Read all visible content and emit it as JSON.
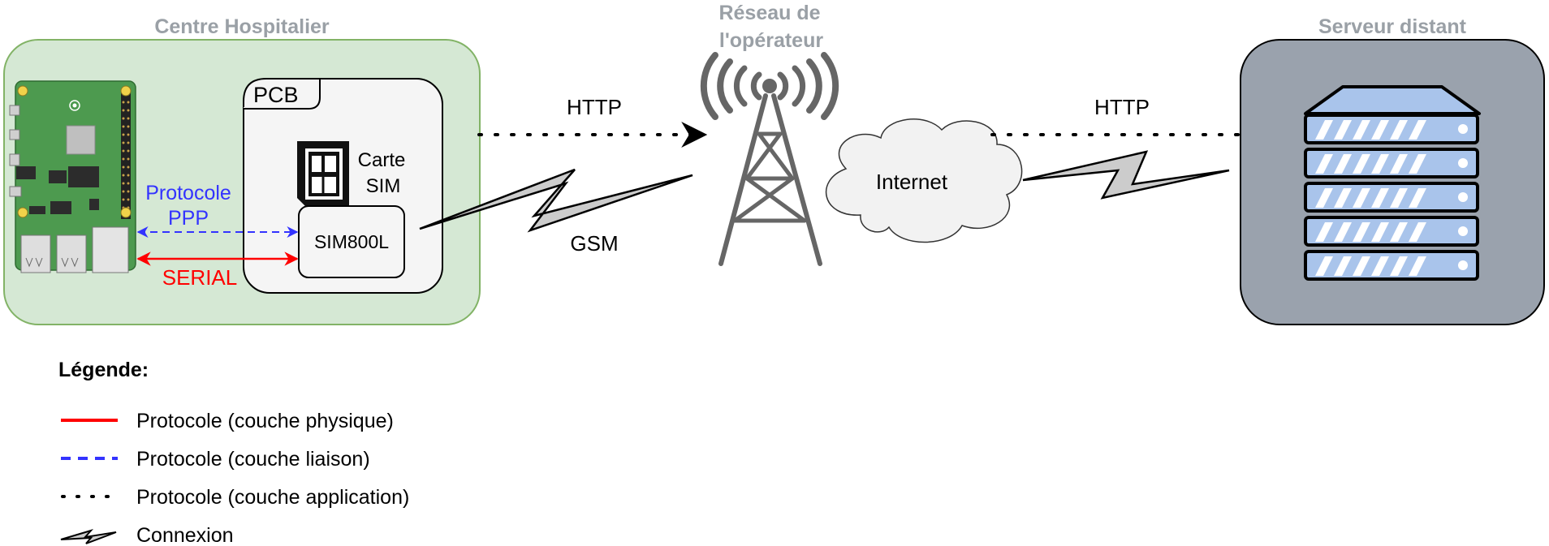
{
  "zones": {
    "hospital_title": "Centre Hospitalier",
    "operator_title_line1": "Réseau de",
    "operator_title_line2": "l'opérateur",
    "server_title": "Serveur distant"
  },
  "pcb": {
    "label": "PCB",
    "sim_card_line1": "Carte",
    "sim_card_line2": "SIM",
    "module_label": "SIM800L"
  },
  "links": {
    "ppp_line1": "Protocole",
    "ppp_line2": "PPP",
    "serial": "SERIAL",
    "http_left": "HTTP",
    "http_right": "HTTP",
    "gsm": "GSM",
    "internet": "Internet"
  },
  "legend": {
    "title": "Légende:",
    "items": [
      {
        "label": "Protocole (couche physique)",
        "style": "solid",
        "color": "#ff0000"
      },
      {
        "label": "Protocole (couche liaison)",
        "style": "dashed",
        "color": "#3333ff"
      },
      {
        "label": "Protocole (couche application)",
        "style": "dotted",
        "color": "#000000"
      },
      {
        "label": "Connexion",
        "style": "lightning",
        "color": "#000000"
      }
    ]
  },
  "colors": {
    "hospital_fill": "#d5e8d4",
    "hospital_stroke": "#82b366",
    "server_fill": "#9aa2ad",
    "zone_title": "#9aa0a6",
    "pcb_fill": "#f5f5f5",
    "server_blue": "#a9c4eb",
    "serial_red": "#ff0000",
    "ppp_blue": "#3333ff",
    "tower_grey": "#666666",
    "board_green": "#4d9a4f"
  },
  "icons": [
    "raspberry-pi-board-icon",
    "sim-card-icon",
    "cell-tower-icon",
    "cloud-icon",
    "server-rack-icon",
    "lightning-link-icon"
  ]
}
